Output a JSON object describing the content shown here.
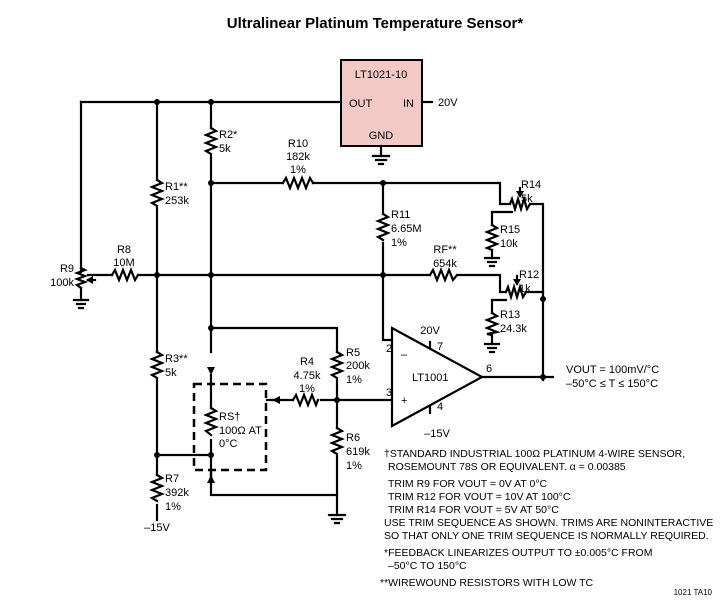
{
  "title": "Ultralinear Platinum Temperature Sensor*",
  "figure_id": "1021 TA10",
  "reference": {
    "name": "LT1021-10",
    "pin_out": "OUT",
    "pin_in": "IN",
    "pin_gnd": "GND",
    "supply": "20V",
    "fill": "#f2c9c4"
  },
  "opamp": {
    "name": "LT1001",
    "pin2": "2",
    "pin3": "3",
    "pin4": "4",
    "pin6": "6",
    "pin7": "7",
    "minus": "–",
    "plus": "+",
    "vpos": "20V",
    "vneg": "–15V"
  },
  "resistors": {
    "r2": {
      "name": "R2*",
      "value": "5k"
    },
    "r10": {
      "name": "R10",
      "value": "182k",
      "tol": "1%"
    },
    "r1": {
      "name": "R1**",
      "value": "253k"
    },
    "r11": {
      "name": "R11",
      "value": "6.65M",
      "tol": "1%"
    },
    "r14": {
      "name": "R14",
      "value": "5k"
    },
    "r15": {
      "name": "R15",
      "value": "10k"
    },
    "r8": {
      "name": "R8",
      "value": "10M"
    },
    "r9": {
      "name": "R9",
      "value": "100k"
    },
    "rf": {
      "name": "RF**",
      "value": "654k"
    },
    "r12": {
      "name": "R12",
      "value": "1k"
    },
    "r13": {
      "name": "R13",
      "value": "24.3k"
    },
    "r3": {
      "name": "R3**",
      "value": "5k"
    },
    "r4": {
      "name": "R4",
      "value": "4.75k",
      "tol": "1%"
    },
    "r5": {
      "name": "R5",
      "value": "200k",
      "tol": "1%"
    },
    "rs": {
      "name": "RS†",
      "value": "100Ω AT",
      "value2": "0°C"
    },
    "r6": {
      "name": "R6",
      "value": "619k",
      "tol": "1%"
    },
    "r7": {
      "name": "R7",
      "value": "392k",
      "tol": "1%"
    }
  },
  "supply_bottom": "–15V",
  "output": {
    "line1": "VOUT = 100mV/°C",
    "line2": "–50°C ≤ T ≤ 150°C"
  },
  "notes": [
    "†STANDARD INDUSTRIAL 100Ω PLATINUM 4-WIRE SENSOR,",
    "ROSEMOUNT 78S OR EQUIVALENT. α = 0.00385",
    "TRIM R9 FOR VOUT = 0V AT 0°C",
    "TRIM R12 FOR VOUT = 10V AT 100°C",
    "TRIM R14 FOR VOUT = 5V AT 50°C",
    "USE TRIM SEQUENCE AS SHOWN. TRIMS ARE NONINTERACTIVE",
    "SO THAT ONLY ONE TRIM SEQUENCE IS NORMALLY REQUIRED.",
    "*FEEDBACK LINEARIZES OUTPUT TO ±0.005°C FROM",
    "–50°C TO 150°C",
    "**WIREWOUND RESISTORS WITH LOW TC"
  ]
}
